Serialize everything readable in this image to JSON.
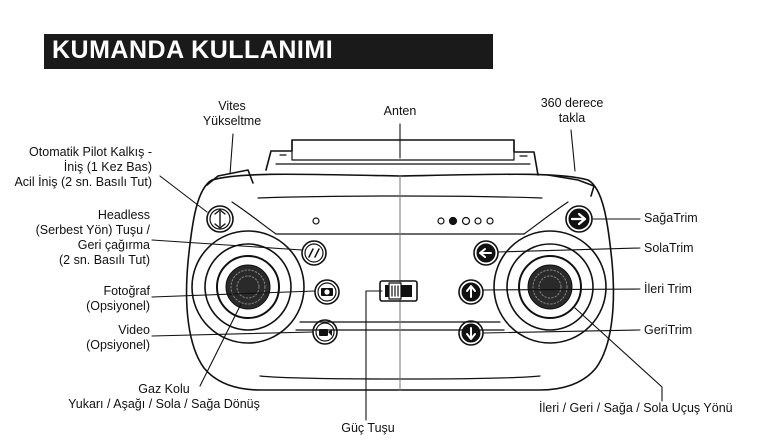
{
  "title": "KUMANDA KULLANIMI",
  "labels": {
    "vites": [
      "Vites",
      "Yükseltme"
    ],
    "anten": [
      "Anten"
    ],
    "takla": [
      "360 derece",
      "takla"
    ],
    "otopilot": [
      "Otomatik Pilot Kalkış -",
      "İniş (1 Kez Bas)",
      "Acil İniş (2 sn. Basılı Tut)"
    ],
    "headless": [
      "Headless",
      "(Serbest Yön) Tuşu /",
      "Geri çağırma",
      "(2 sn. Basılı Tut)"
    ],
    "foto": [
      "Fotoğraf",
      "(Opsiyonel)"
    ],
    "video": [
      "Video",
      "(Opsiyonel)"
    ],
    "gaz": [
      "Gaz Kolu",
      "Yukarı / Aşağı / Sola / Sağa Dönüş"
    ],
    "guc": [
      "Güç Tuşu"
    ],
    "sagatrim": [
      "SağaTrim"
    ],
    "solatrim": [
      "SolaTrim"
    ],
    "ileritrim": [
      "İleri Trim"
    ],
    "geritrim": [
      "GeriTrim"
    ],
    "yon": [
      "İleri / Geri / Sağa / Sola Uçuş Yönü"
    ]
  }
}
